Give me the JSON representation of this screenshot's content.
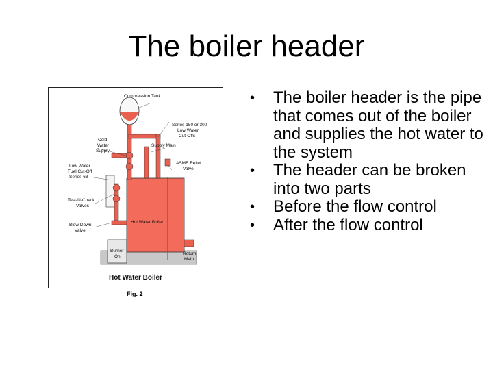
{
  "slide": {
    "title": "The boiler header",
    "bullets": [
      "The boiler header is the pipe that comes out of the boiler and supplies the hot water to the system",
      "The header  can be broken into two parts",
      "Before the flow control",
      "After the flow control"
    ]
  },
  "diagram": {
    "labels": {
      "compression_tank": "Compression Tank",
      "series_cutoffs_1": "Series 150 or 300",
      "series_cutoffs_2": "Low Water",
      "series_cutoffs_3": "Cut-Offs",
      "cold_water_1": "Cold",
      "cold_water_2": "Water",
      "cold_water_3": "Supply",
      "supply_main": "Supply Main",
      "low_water_fuel_1": "Low Water",
      "low_water_fuel_2": "Fuel Cut-Off",
      "low_water_fuel_3": "Series 63",
      "asme_1": "ASME Relief",
      "asme_2": "Valve",
      "test_check_1": "Test-N-Check",
      "test_check_2": "Valves",
      "blow_down_1": "Blow Down",
      "blow_down_2": "Valve",
      "hot_water_boiler": "Hot Water Boiler",
      "burner_1": "Burner",
      "burner_2": "On",
      "return_1": "Return",
      "return_2": "Main"
    },
    "caption": "Hot Water Boiler",
    "figure": "Fig. 2"
  },
  "colors": {
    "boiler_fill": "#f26b5b",
    "pipe_fill": "#e8604f",
    "gray_base": "#c8c8c8"
  }
}
